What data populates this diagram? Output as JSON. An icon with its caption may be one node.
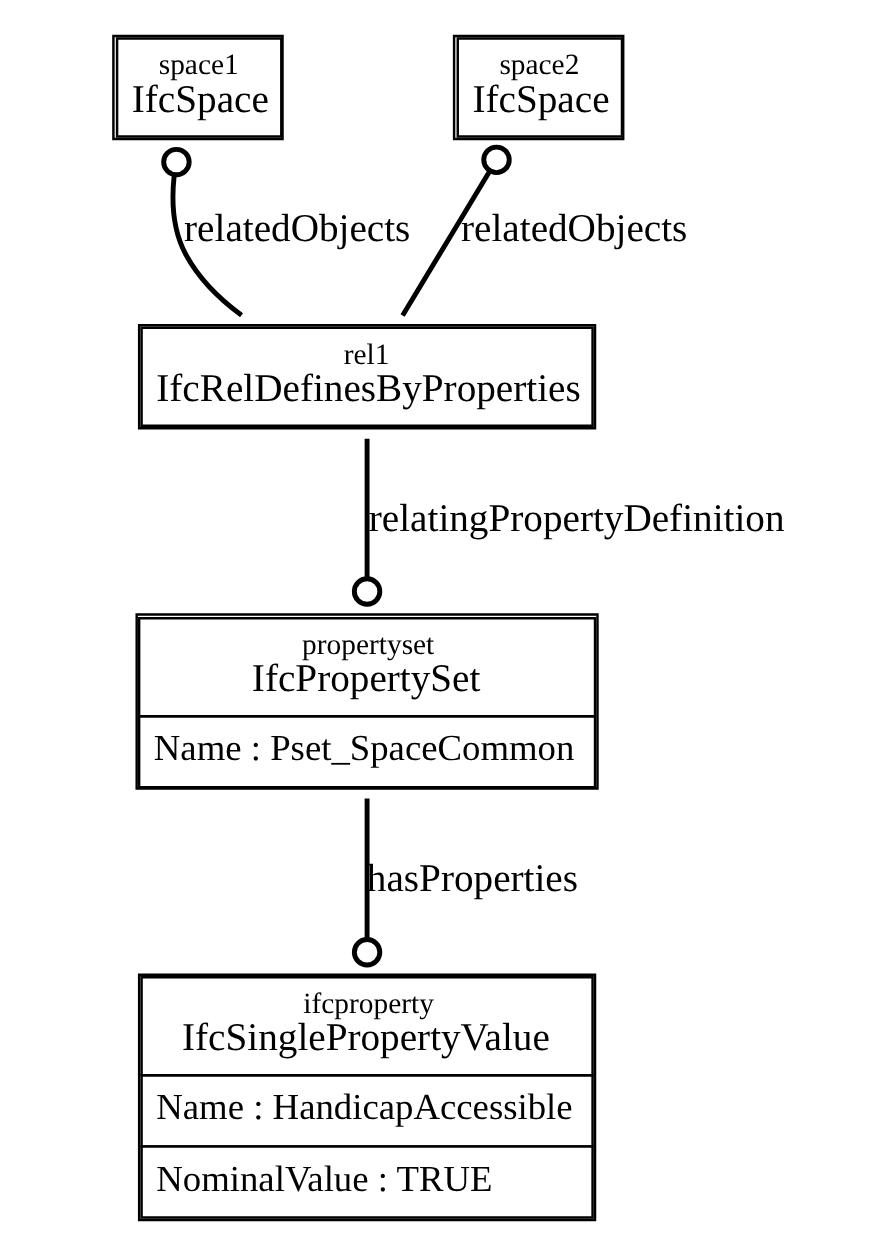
{
  "diagram": {
    "nodes": [
      {
        "text": [
          "space1",
          "IfcSpace"
        ]
      },
      {
        "text": [
          "space2",
          "IfcSpace"
        ]
      },
      {
        "text": [
          "rel1",
          "IfcRelDefinesByProperties"
        ]
      },
      {
        "text": [
          "propertyset",
          "IfcPropertySet",
          "Name : Pset_SpaceCommon"
        ]
      },
      {
        "text": [
          "ifcproperty",
          "IfcSinglePropertyValue",
          "Name : HandicapAccessible",
          "NominalValue : TRUE"
        ]
      }
    ],
    "edges": [
      {
        "from": 2,
        "to": 0,
        "arrow": "other",
        "label": "relatedObjects"
      },
      {
        "from": 2,
        "to": 1,
        "arrow": "other",
        "label": "relatedObjects"
      },
      {
        "from": 2,
        "to": 3,
        "arrow": "other",
        "label": "relatingPropertyDefinition"
      },
      {
        "from": 3,
        "to": 4,
        "arrow": "other",
        "label": "hasProperties"
      }
    ]
  }
}
